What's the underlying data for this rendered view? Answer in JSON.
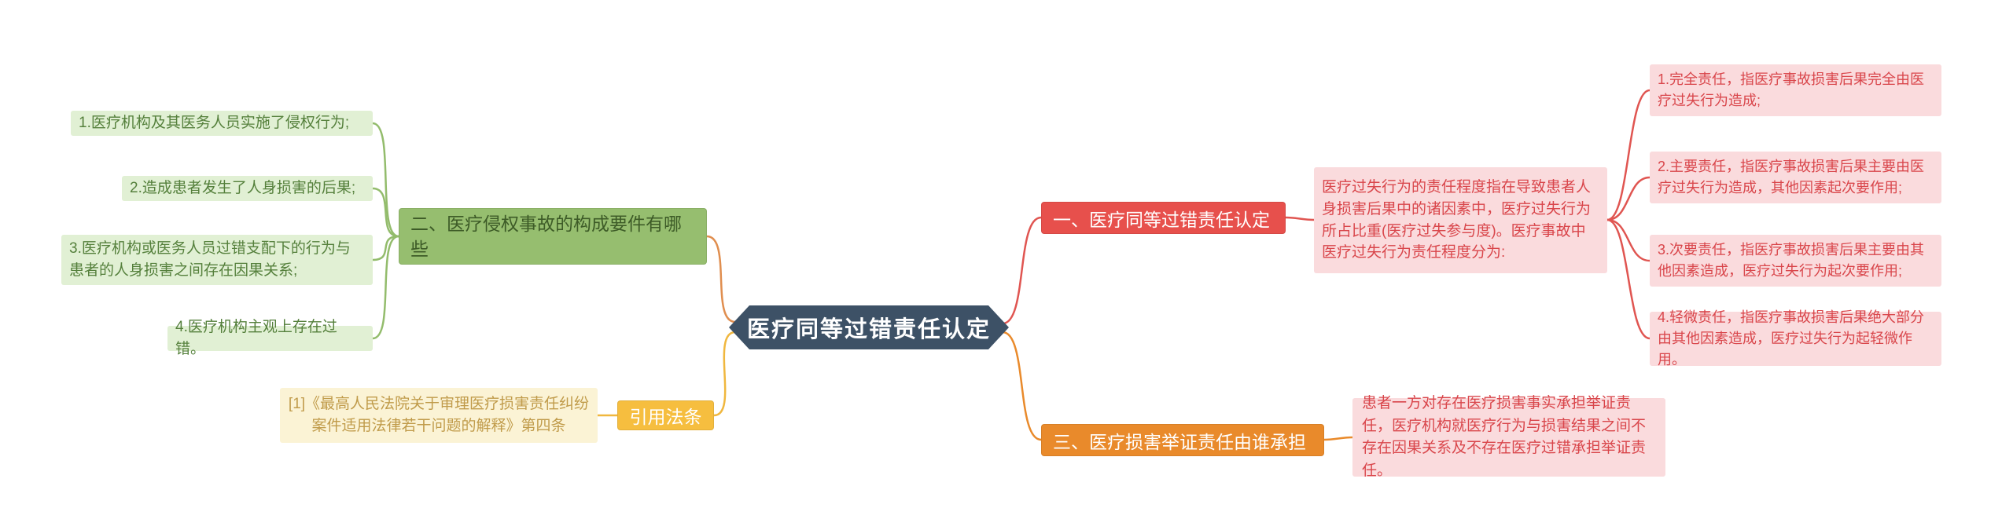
{
  "diagram": {
    "center": "医疗同等过错责任认定",
    "left": {
      "construction": {
        "label": "二、医疗侵权事故的构成要件有哪些",
        "items": [
          "1.医疗机构及其医务人员实施了侵权行为;",
          "2.造成患者发生了人身损害的后果;",
          "3.医疗机构或医务人员过错支配下的行为与患者的人身损害之间存在因果关系;",
          "4.医疗机构主观上存在过错。"
        ]
      },
      "citation": {
        "label": "引用法条",
        "reference": "[1]《最高人民法院关于审理医疗损害责任纠纷案件适用法律若干问题的解释》第四条"
      }
    },
    "right": {
      "liability": {
        "label": "一、医疗同等过错责任认定",
        "description": "医疗过失行为的责任程度指在导致患者人身损害后果中的诸因素中，医疗过失行为所占比重(医疗过失参与度)。医疗事故中医疗过失行为责任程度分为:",
        "items": [
          "1.完全责任，指医疗事故损害后果完全由医疗过失行为造成;",
          "2.主要责任，指医疗事故损害后果主要由医疗过失行为造成，其他因素起次要作用;",
          "3.次要责任，指医疗事故损害后果主要由其他因素造成，医疗过失行为起次要作用;",
          "4.轻微责任，指医疗事故损害后果绝大部分由其他因素造成，医疗过失行为起轻微作用。"
        ]
      },
      "burden": {
        "label": "三、医疗损害举证责任由谁承担",
        "description": "患者一方对存在医疗损害事实承担举证责任，医疗机构就医疗行为与损害结果之间不存在因果关系及不存在医疗过错承担举证责任。"
      }
    },
    "colors": {
      "center_bg": "#3D5166",
      "green": "#96BE6F",
      "green_light": "#E1F0D4",
      "yellow": "#F6BE3F",
      "cream": "#FBF3D5",
      "red": "#E7504C",
      "pink": "#FADBDD",
      "orange": "#E98A2B"
    }
  }
}
